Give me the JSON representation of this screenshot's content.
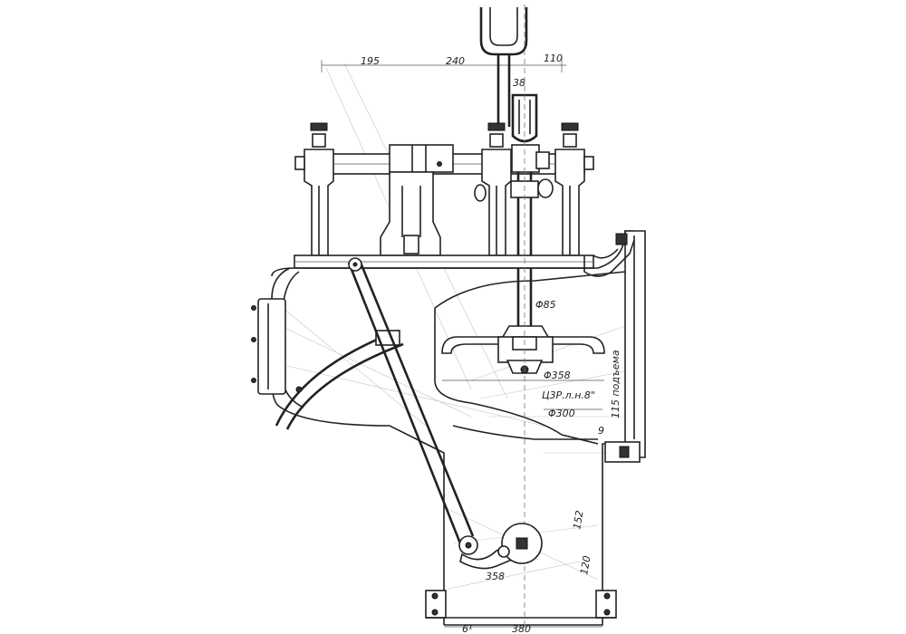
{
  "dimensions": {
    "top_left": "195",
    "top_mid": "240",
    "top_right": "110",
    "rod": "38",
    "shaft_dia": "Φ85",
    "disc_dia": "Φ358",
    "disc_note": "Ц3Р.л.н.8\"",
    "base_dia": "Φ300",
    "side_vert": "115 подъема",
    "small_9": "9",
    "bottom_mid": "358",
    "bottom_left": "6¹",
    "bottom_right": "380",
    "right_low_a": "120",
    "right_low_b": "152"
  },
  "colors": {
    "ink": "#222222",
    "paper": "#ffffff"
  }
}
